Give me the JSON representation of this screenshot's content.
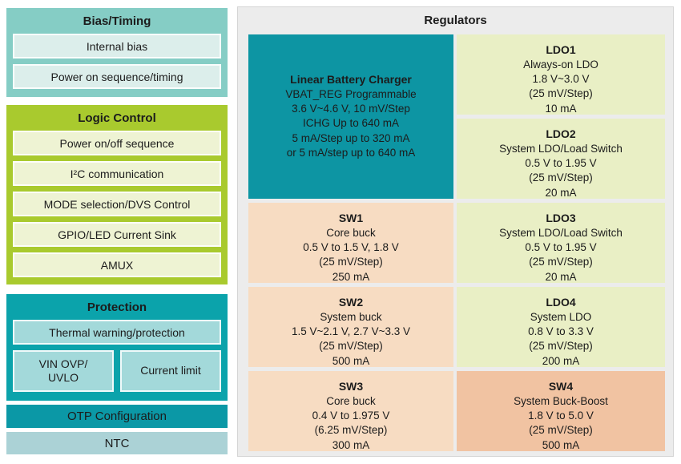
{
  "left_panel": {
    "bias_timing": {
      "title": "Bias/Timing",
      "items": [
        "Internal bias",
        "Power on sequence/timing"
      ]
    },
    "logic_control": {
      "title": "Logic Control",
      "items": [
        "Power on/off sequence",
        "I²C communication",
        "MODE selection/DVS Control",
        "GPIO/LED Current Sink",
        "AMUX"
      ]
    },
    "protection": {
      "title": "Protection",
      "full_item": "Thermal warning/protection",
      "split_items": [
        "VIN OVP/\nUVLO",
        "Current limit"
      ]
    },
    "otp_bar": "OTP Configuration",
    "ntc_bar": "NTC"
  },
  "regulators": {
    "title": "Regulators",
    "charger": {
      "title": "Linear Battery Charger",
      "body": "VBAT_REG Programmable\n3.6 V~4.6 V, 10 mV/Step\nICHG Up to 640 mA\n5 mA/Step up to 320 mA\nor 5 mA/step up to 640 mA"
    },
    "sw": [
      {
        "title": "SW1",
        "body": "Core buck\n0.5 V to 1.5 V, 1.8 V\n(25 mV/Step)\n250 mA"
      },
      {
        "title": "SW2",
        "body": "System buck\n1.5 V~2.1 V, 2.7 V~3.3 V\n(25 mV/Step)\n500 mA"
      },
      {
        "title": "SW3",
        "body": "Core buck\n0.4 V to 1.975 V\n(6.25 mV/Step)\n300 mA"
      },
      {
        "title": "SW4",
        "body": "System Buck-Boost\n1.8 V to 5.0 V\n(25 mV/Step)\n500 mA"
      }
    ],
    "ldo": [
      {
        "title": "LDO1",
        "body": "Always-on LDO\n1.8 V~3.0 V\n(25 mV/Step)\n10 mA"
      },
      {
        "title": "LDO2",
        "body": "System LDO/Load Switch\n0.5 V to 1.95 V\n(25 mV/Step)\n20 mA"
      },
      {
        "title": "LDO3",
        "body": "System LDO/Load Switch\n0.5 V to 1.95 V\n(25 mV/Step)\n20 mA"
      },
      {
        "title": "LDO4",
        "body": "System LDO\n0.8 V to 3.3 V\n(25 mV/Step)\n200 mA"
      }
    ]
  },
  "colors": {
    "bias_timing_bg": "#85cdc5",
    "bias_item_bg": "#dceeeb",
    "logic_bg": "#a9ca2e",
    "logic_item_bg": "#eef3d3",
    "protection_bg": "#0ba3ab",
    "protection_item_bg": "#a3d9da",
    "otp_bg": "#0b98a6",
    "ntc_bg": "#abd2d6",
    "regulators_bg": "#ececec",
    "charger_bg": "#0d95a3",
    "sw_bg": "#f7dcc2",
    "sw4_bg": "#f1c3a2",
    "ldo_bg": "#e9efc5"
  }
}
